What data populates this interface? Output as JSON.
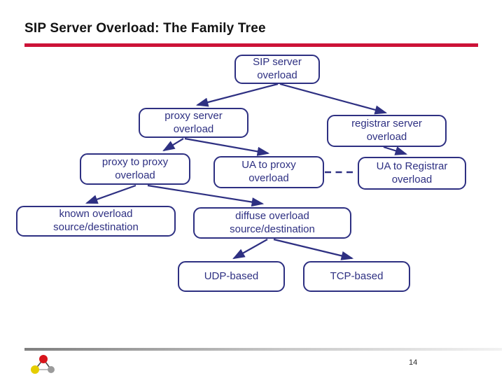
{
  "slide": {
    "title": "SIP Server Overload: The Family Tree",
    "page_number": "14"
  },
  "theme": {
    "accent_red": "#cc1237",
    "node_navy": "#2e3082"
  },
  "tree": {
    "nodes": {
      "sip": {
        "label": "SIP server\noverload"
      },
      "proxy_server": {
        "label": "proxy server\noverload"
      },
      "registrar": {
        "label": "registrar server\noverload"
      },
      "proxy_to_proxy": {
        "label": "proxy to proxy\noverload"
      },
      "ua_to_proxy": {
        "label": "UA to proxy\noverload"
      },
      "ua_to_registrar": {
        "label": "UA to Registrar\noverload"
      },
      "known": {
        "label": "known overload\nsource/destination"
      },
      "diffuse": {
        "label": "diffuse overload\nsource/destination"
      },
      "udp": {
        "label": "UDP-based"
      },
      "tcp": {
        "label": "TCP-based"
      }
    },
    "edges": [
      {
        "from": "sip",
        "to": "proxy_server",
        "style": "arrow"
      },
      {
        "from": "sip",
        "to": "registrar",
        "style": "arrow"
      },
      {
        "from": "proxy_server",
        "to": "proxy_to_proxy",
        "style": "arrow"
      },
      {
        "from": "proxy_server",
        "to": "ua_to_proxy",
        "style": "arrow"
      },
      {
        "from": "registrar",
        "to": "ua_to_registrar",
        "style": "arrow"
      },
      {
        "from": "proxy_to_proxy",
        "to": "known",
        "style": "arrow"
      },
      {
        "from": "proxy_to_proxy",
        "to": "diffuse",
        "style": "arrow"
      },
      {
        "from": "diffuse",
        "to": "udp",
        "style": "arrow"
      },
      {
        "from": "diffuse",
        "to": "tcp",
        "style": "arrow"
      },
      {
        "from": "ua_to_proxy",
        "to": "ua_to_registrar",
        "style": "dashed"
      }
    ]
  },
  "logo": {
    "name": "network-triangle-logo",
    "node_colors": {
      "top": "#d8151c",
      "left": "#e5cd00",
      "right": "#9b9b9b"
    }
  }
}
